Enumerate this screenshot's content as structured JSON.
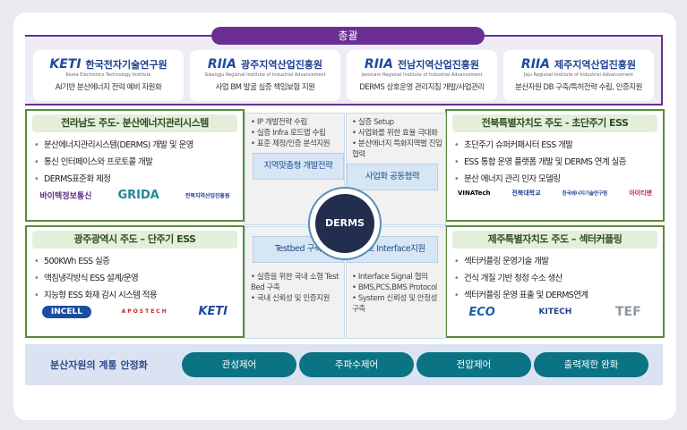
{
  "header": {
    "tab": "총괄"
  },
  "orgs": [
    {
      "name": "한국전자기술연구원",
      "mark": "KETI",
      "sub": "Korea Electronics Technology Institute",
      "desc": "AI기반 분산에너지 전력 예비 자원화"
    },
    {
      "name": "광주지역산업진흥원",
      "mark": "RIIA",
      "sub": "Gwangju Regional Institute of Industrial Advancement",
      "desc": "사업 BM 발굴 실증 책임보험 지원"
    },
    {
      "name": "전남지역산업진흥원",
      "mark": "RIIA",
      "sub": "Jeonnam Regional Institute of Industrial Advancement",
      "desc": "DERMS 상호운영 관리지침 개발/사업관리"
    },
    {
      "name": "제주지역산업진흥원",
      "mark": "RIIA",
      "sub": "Jeju Regional Institute of Industrial Advancement",
      "desc": "분산자원 DB 구축/특허전략 수립, 인증지원"
    }
  ],
  "panels": {
    "jeonnam": {
      "title": "전라남도 주도- 분산에너지관리시스템",
      "items": [
        "분산에너지관리시스템(DERMS) 개발 및 운영",
        "통신 인터페이스와 프로토콜 개발",
        "DERMS표준화 제정"
      ],
      "logos": [
        "바이텍정보통신",
        "GRIDA",
        "전북지역산업진흥원"
      ]
    },
    "gwangju": {
      "title": "광주광역시 주도 – 단주기 ESS",
      "items": [
        "500KWh ESS 실증",
        "액침냉각방식 ESS 설계/운영",
        "지능형 ESS 화재 감시 시스템 적용"
      ],
      "logos": [
        "INCELL",
        "APOSTECH",
        "KETI"
      ]
    },
    "jeonbuk": {
      "title": "전북특별자치도 주도 - 초단주기 ESS",
      "items": [
        "초단주기 슈퍼커패시터 ESS 개발",
        "ESS 통합 운영 플랫폼 개발 및 DERMS 연계 실증",
        "분산 에너지 관리 인자 모델링"
      ],
      "logos": [
        "VINATech",
        "전북대학교",
        "한국에너지기술연구원",
        "아이티맨"
      ]
    },
    "jeju": {
      "title": "제주특별자치도 주도 – 섹터커플링",
      "items": [
        "섹터커플링 운영기술 개발",
        "건식 개질 기반 청정 수소 생산",
        "섹터커플링 운영 표출 및 DERMS연계"
      ],
      "logos": [
        "ECO",
        "KITECH",
        "TEF"
      ]
    }
  },
  "center": {
    "core": "DERMS",
    "quads": [
      {
        "label": "지역맞춤형 개발전략",
        "items": [
          "IP 개발전략 수립",
          "실증 Infra 로드맵 수립",
          "표준 제정/인증 분석지원"
        ]
      },
      {
        "label": "사업화 공동협력",
        "items": [
          "실증 Setup",
          "사업화를 위한 효율 극대화",
          "분산에너지 특화지역별 진입 협력"
        ]
      },
      {
        "label": "Testbed 구축",
        "items": [
          "실증을 위한 국내 소형 Test Bed 구축",
          "국내 신뢰성 및 인증지원"
        ]
      },
      {
        "label": "상호 Interface지원",
        "items": [
          "Interface Signal 협의",
          "BMS,PCS,BMS Protocol",
          "System 신뢰성 및 안정성 구축"
        ]
      }
    ]
  },
  "bottom": {
    "label": "분산자원의 계통 안정화",
    "buttons": [
      "관성제어",
      "주파수제어",
      "전압제어",
      "출력제한 완화"
    ]
  },
  "colors": {
    "purple": "#6b2f93",
    "green": "#5c8a3c",
    "teal": "#0a7384",
    "navy": "#232d4e"
  }
}
